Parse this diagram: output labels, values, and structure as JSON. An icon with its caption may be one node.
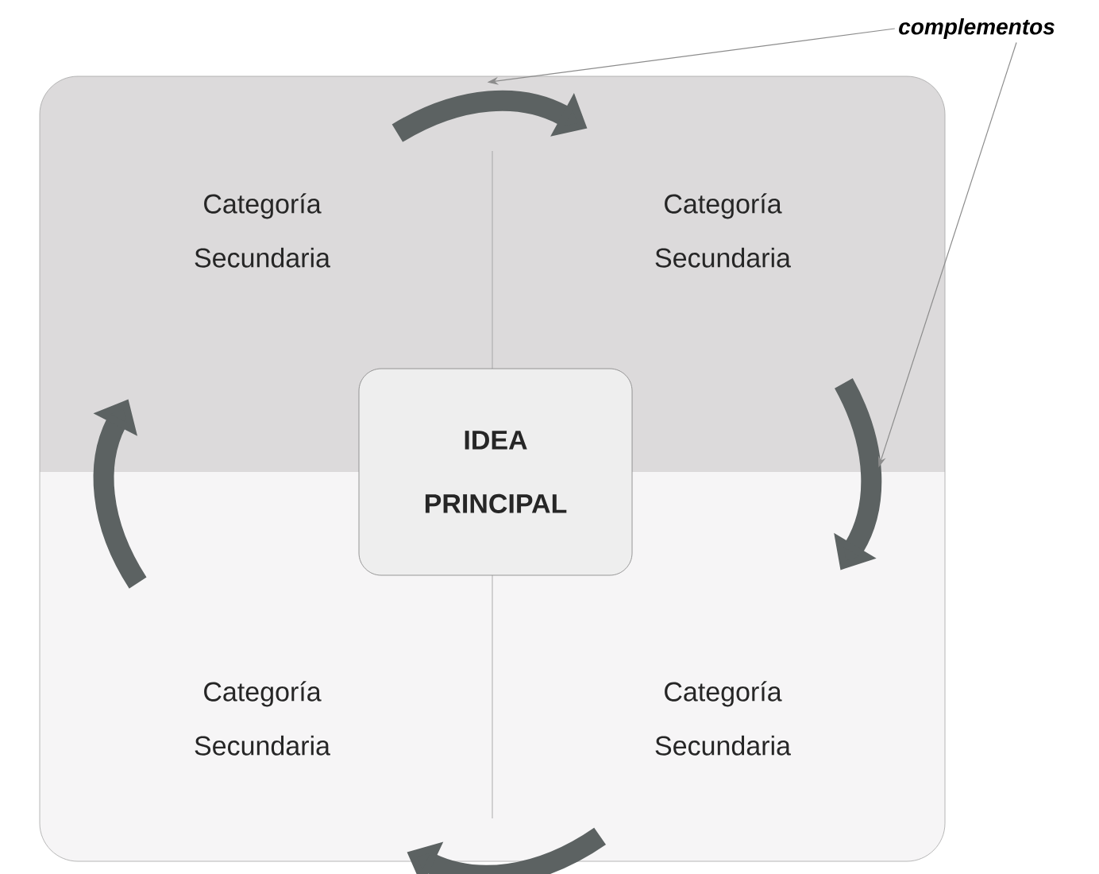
{
  "diagram": {
    "nodes": [
      {
        "text": [
          "complementos"
        ]
      },
      {
        "text": [
          "Categoría Secundaria"
        ]
      },
      {
        "text": [
          "Categoría Secundaria"
        ]
      },
      {
        "text": [
          "IDEA PRINCIPAL"
        ]
      },
      {
        "text": [
          "Categoría Secundaria"
        ]
      },
      {
        "text": [
          "Categoría Secundaria"
        ]
      }
    ],
    "edges": [
      {
        "from": 1,
        "to": 2,
        "arrow": "to"
      },
      {
        "from": 2,
        "to": 5,
        "arrow": "to"
      },
      {
        "from": 5,
        "to": 4,
        "arrow": "to"
      },
      {
        "from": 4,
        "to": 1,
        "arrow": "to"
      },
      {
        "from": 0,
        "to": 2,
        "arrow": "to",
        "color": "#8c8c8c"
      },
      {
        "from": 0,
        "to": 2,
        "arrow": "to",
        "color": "#8c8c8c"
      }
    ]
  }
}
